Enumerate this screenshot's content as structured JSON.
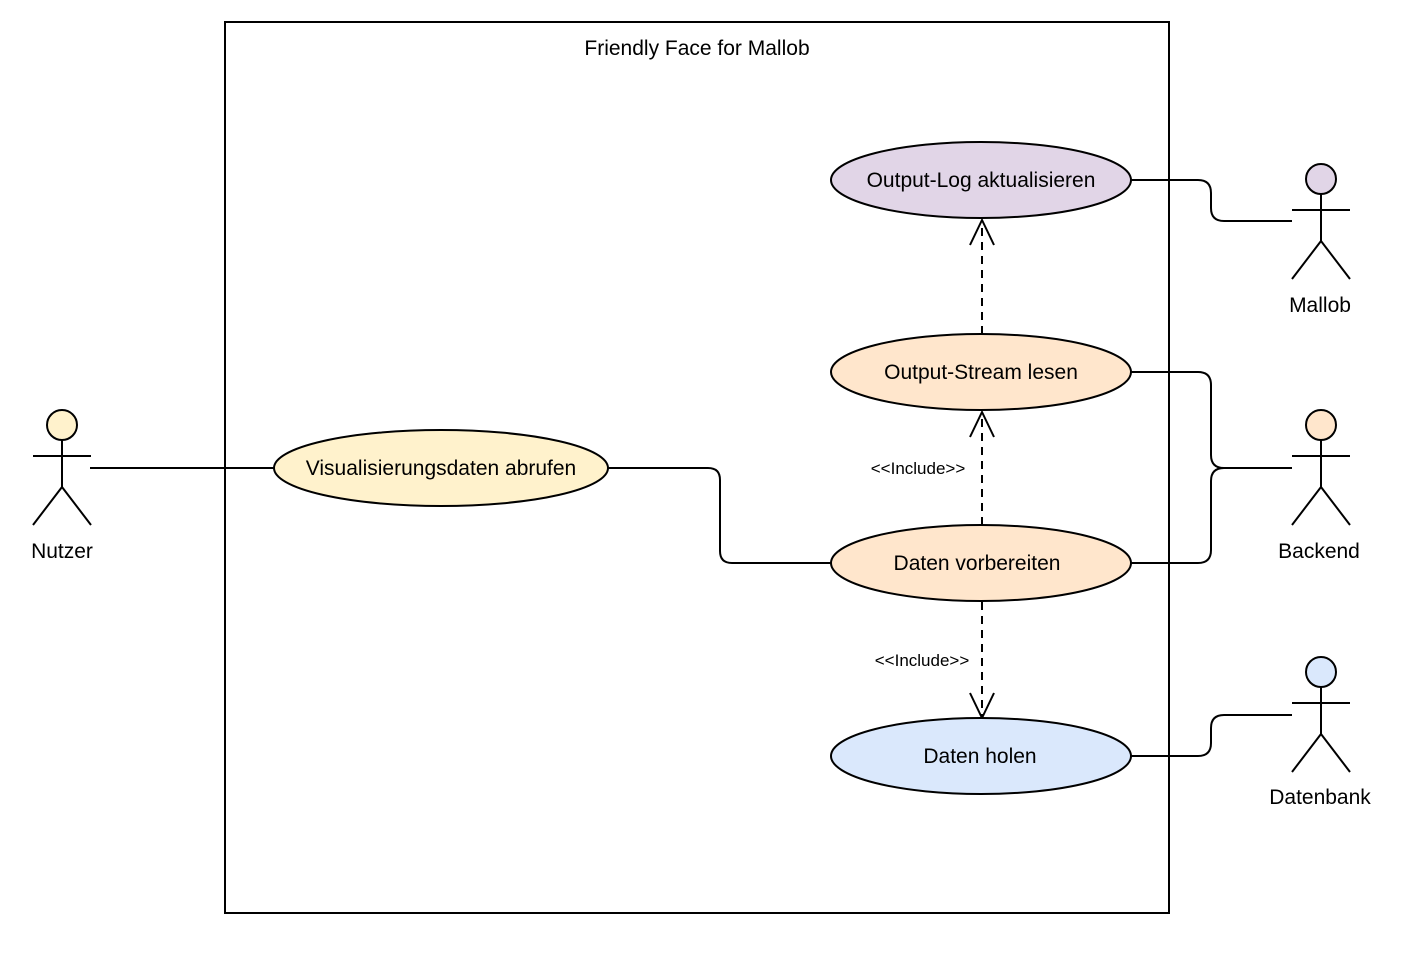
{
  "system": {
    "title": "Friendly Face for Mallob"
  },
  "colors": {
    "yellow": "#fff2cc",
    "orange": "#ffe6cc",
    "purple": "#e1d5e7",
    "blue": "#dae8fc",
    "stroke": "#000000"
  },
  "use_cases": [
    {
      "id": "output-log",
      "label": "Output-Log aktualisieren",
      "color": "#e1d5e7"
    },
    {
      "id": "output-stream",
      "label": "Output-Stream lesen",
      "color": "#ffe6cc"
    },
    {
      "id": "visualisierung",
      "label": "Visualisierungsdaten abrufen",
      "color": "#fff2cc"
    },
    {
      "id": "daten-vorbereiten",
      "label": "Daten vorbereiten",
      "color": "#ffe6cc"
    },
    {
      "id": "daten-holen",
      "label": "Daten holen",
      "color": "#dae8fc"
    }
  ],
  "actors": [
    {
      "id": "nutzer",
      "label": "Nutzer",
      "color": "#fff2cc"
    },
    {
      "id": "mallob",
      "label": "Mallob",
      "color": "#e1d5e7"
    },
    {
      "id": "backend",
      "label": "Backend",
      "color": "#ffe6cc"
    },
    {
      "id": "datenbank",
      "label": "Datenbank",
      "color": "#dae8fc"
    }
  ],
  "relations": [
    {
      "type": "association",
      "from": "nutzer",
      "to": "visualisierung"
    },
    {
      "type": "association",
      "from": "visualisierung",
      "to": "daten-vorbereiten"
    },
    {
      "type": "association",
      "from": "output-log",
      "to": "mallob"
    },
    {
      "type": "association",
      "from": "output-stream",
      "to": "backend"
    },
    {
      "type": "association",
      "from": "daten-vorbereiten",
      "to": "backend"
    },
    {
      "type": "association",
      "from": "daten-holen",
      "to": "datenbank"
    },
    {
      "type": "dependency",
      "from": "output-stream",
      "to": "output-log",
      "label": ""
    },
    {
      "type": "include",
      "from": "daten-vorbereiten",
      "to": "output-stream",
      "label": "<<Include>>"
    },
    {
      "type": "include",
      "from": "daten-vorbereiten",
      "to": "daten-holen",
      "label": "<<Include>>"
    }
  ]
}
